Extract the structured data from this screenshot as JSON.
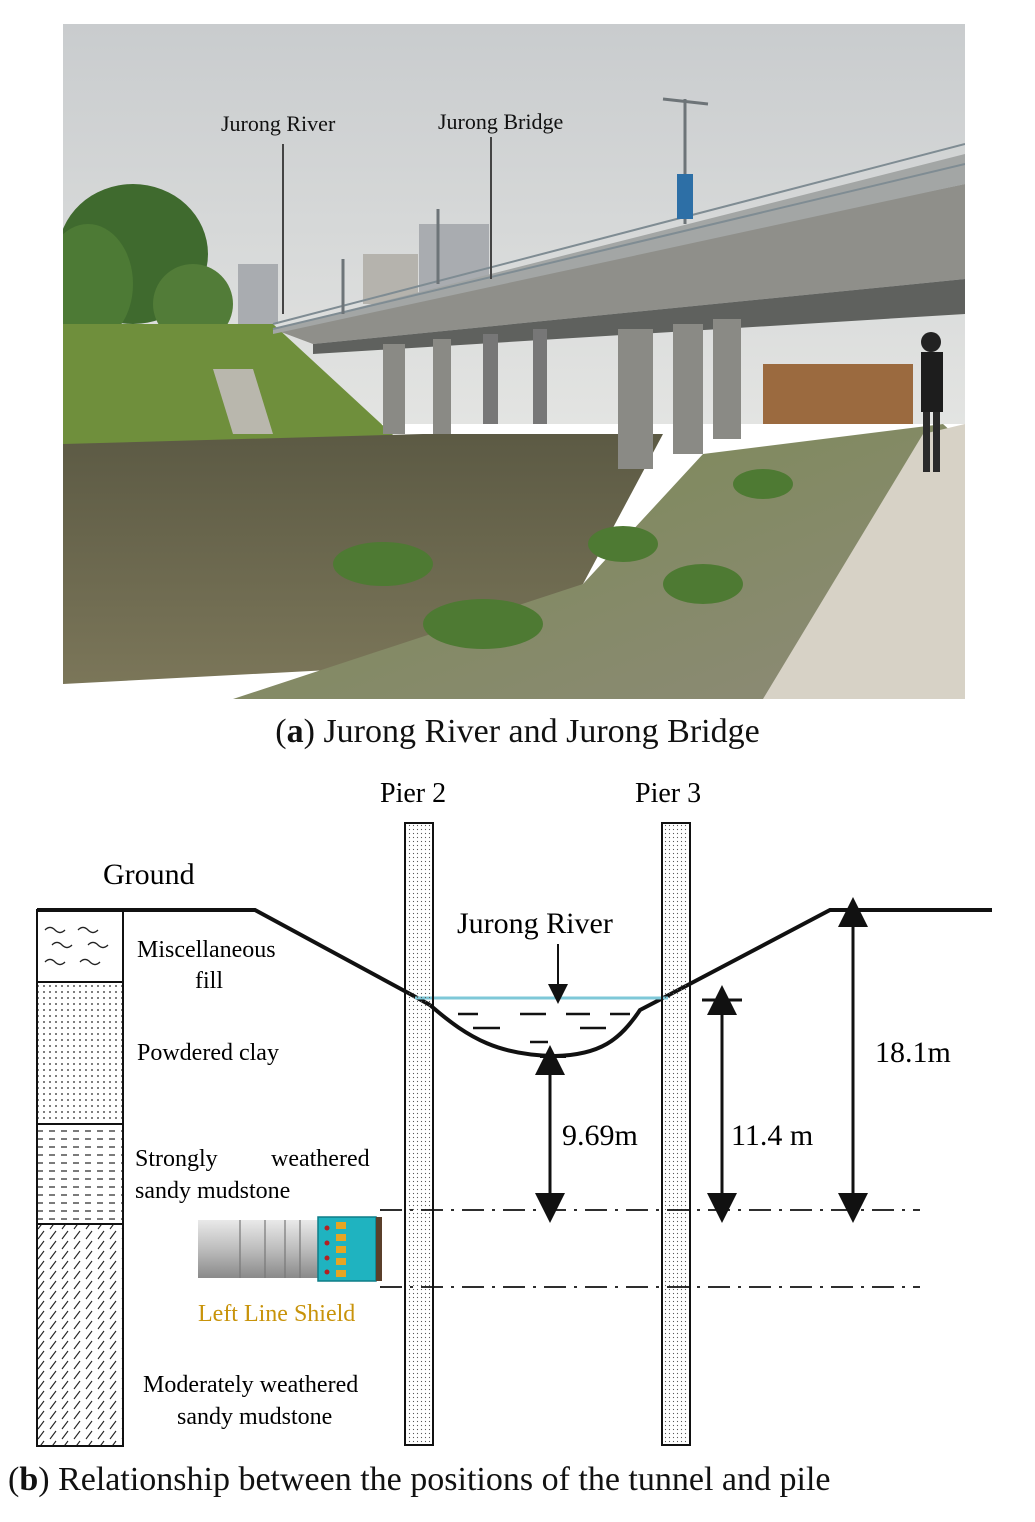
{
  "photo": {
    "labels": {
      "river": "Jurong River",
      "bridge": "Jurong Bridge"
    },
    "colors": {
      "sky": "#d4d7d8",
      "water": "#6d6a4e",
      "grass": "#6f8f3c",
      "bridge": "#8f8f8a",
      "railing": "#7f8c93"
    }
  },
  "caption_a": {
    "letter": "a",
    "open": "(",
    "close": ")",
    "text": " Jurong River and Jurong Bridge"
  },
  "caption_b": {
    "letter": "b",
    "open": "(",
    "close": ")",
    "text": " Relationship between the positions of the tunnel and pile"
  },
  "diagram": {
    "piers": {
      "pier2": "Pier 2",
      "pier3": "Pier 3"
    },
    "ground": "Ground",
    "river_label": "Jurong River",
    "layers": [
      {
        "line1": "Miscellaneous",
        "line2": "fill"
      },
      {
        "line1": "Powdered clay"
      },
      {
        "line1a": "Strongly",
        "line1b": "weathered",
        "line2": "sandy mudstone"
      },
      {
        "line1": "Moderately weathered",
        "line2": "sandy mudstone"
      }
    ],
    "shield_label": "Left Line Shield",
    "dimensions": {
      "d1": "9.69m",
      "d2": "11.4 m",
      "d3": "18.1m"
    },
    "colors": {
      "water_line": "#7ec8d8",
      "shield_label": "#c8930a",
      "shield_body": "#bdbdbd",
      "cutter": "#1fb3c0"
    }
  }
}
